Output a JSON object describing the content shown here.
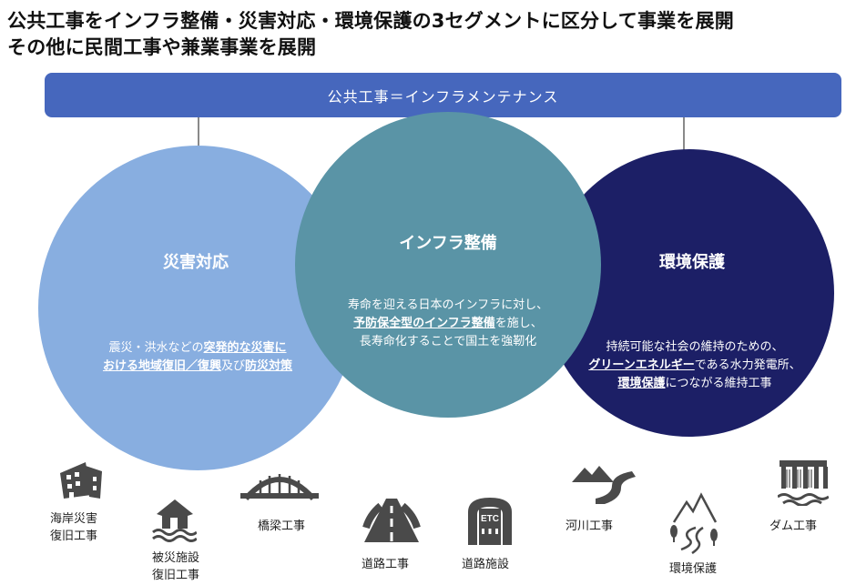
{
  "header": {
    "line1": "公共工事をインフラ整備・災害対応・環境保護の3セグメントに区分して事業を展開",
    "line2": "その他に民間工事や兼業事業を展開"
  },
  "banner": {
    "label": "公共工事＝インフラメンテナンス"
  },
  "segments": {
    "disaster": {
      "title": "災害対応",
      "d1a": "震災・洪水などの",
      "d1b": "突発的な災害に",
      "d2a": "おける地域復旧／復興",
      "d2b": "及び",
      "d2c": "防災対策"
    },
    "infra": {
      "title": "インフラ整備",
      "d1": "寿命を迎える日本のインフラに対し、",
      "d2a": "予防保全型のインフラ整備",
      "d2b": "を施し、",
      "d3": "長寿命化することで国土を強靭化"
    },
    "environment": {
      "title": "環境保護",
      "d1": "持続可能な社会の維持のための、",
      "d2a": "グリーンエネルギー",
      "d2b": "である水力発電所、",
      "d3a": "環境保護",
      "d3b": "につながる維持工事"
    }
  },
  "works": [
    {
      "icon": "collapsed-building-icon",
      "line1": "海岸災害",
      "line2": "復旧工事"
    },
    {
      "icon": "flooded-house-icon",
      "line1": "被災施設",
      "line2": "復旧工事"
    },
    {
      "icon": "arch-bridge-icon",
      "line1": "橋梁工事",
      "line2": ""
    },
    {
      "icon": "road-icon",
      "line1": "道路工事",
      "line2": ""
    },
    {
      "icon": "etc-gate-icon",
      "line1": "道路施設",
      "line2": ""
    },
    {
      "icon": "river-icon",
      "line1": "河川工事",
      "line2": ""
    },
    {
      "icon": "mountain-stream-icon",
      "line1": "環境保護",
      "line2": ""
    },
    {
      "icon": "dam-icon",
      "line1": "ダム工事",
      "line2": ""
    }
  ],
  "etc_text": "ETC",
  "colors": {
    "banner": "#4667bd",
    "disaster_circle": "#88aee0",
    "infra_circle": "#5a94a6",
    "environment_circle": "#1c1f66",
    "icon": "#4a4a4a"
  }
}
